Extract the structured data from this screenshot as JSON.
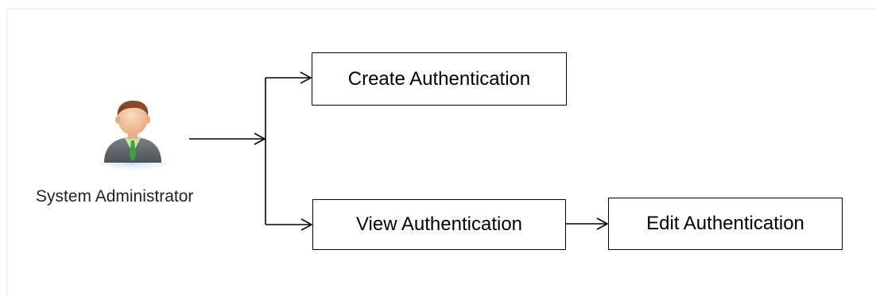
{
  "actor": {
    "label": "System Administrator",
    "icon": "administrator-user-icon"
  },
  "nodes": {
    "create": "Create Authentication",
    "view": "View Authentication",
    "edit": "Edit Authentication"
  },
  "edges": [
    {
      "from": "System Administrator",
      "to": "Create Authentication"
    },
    {
      "from": "System Administrator",
      "to": "View Authentication"
    },
    {
      "from": "View Authentication",
      "to": "Edit Authentication"
    }
  ],
  "colors": {
    "line": "#000000",
    "shirt": "#b7e08a",
    "tie": "#3aa342",
    "suit": "#5f6468",
    "skin": "#f3c9a6",
    "hair": "#8b4a26"
  }
}
